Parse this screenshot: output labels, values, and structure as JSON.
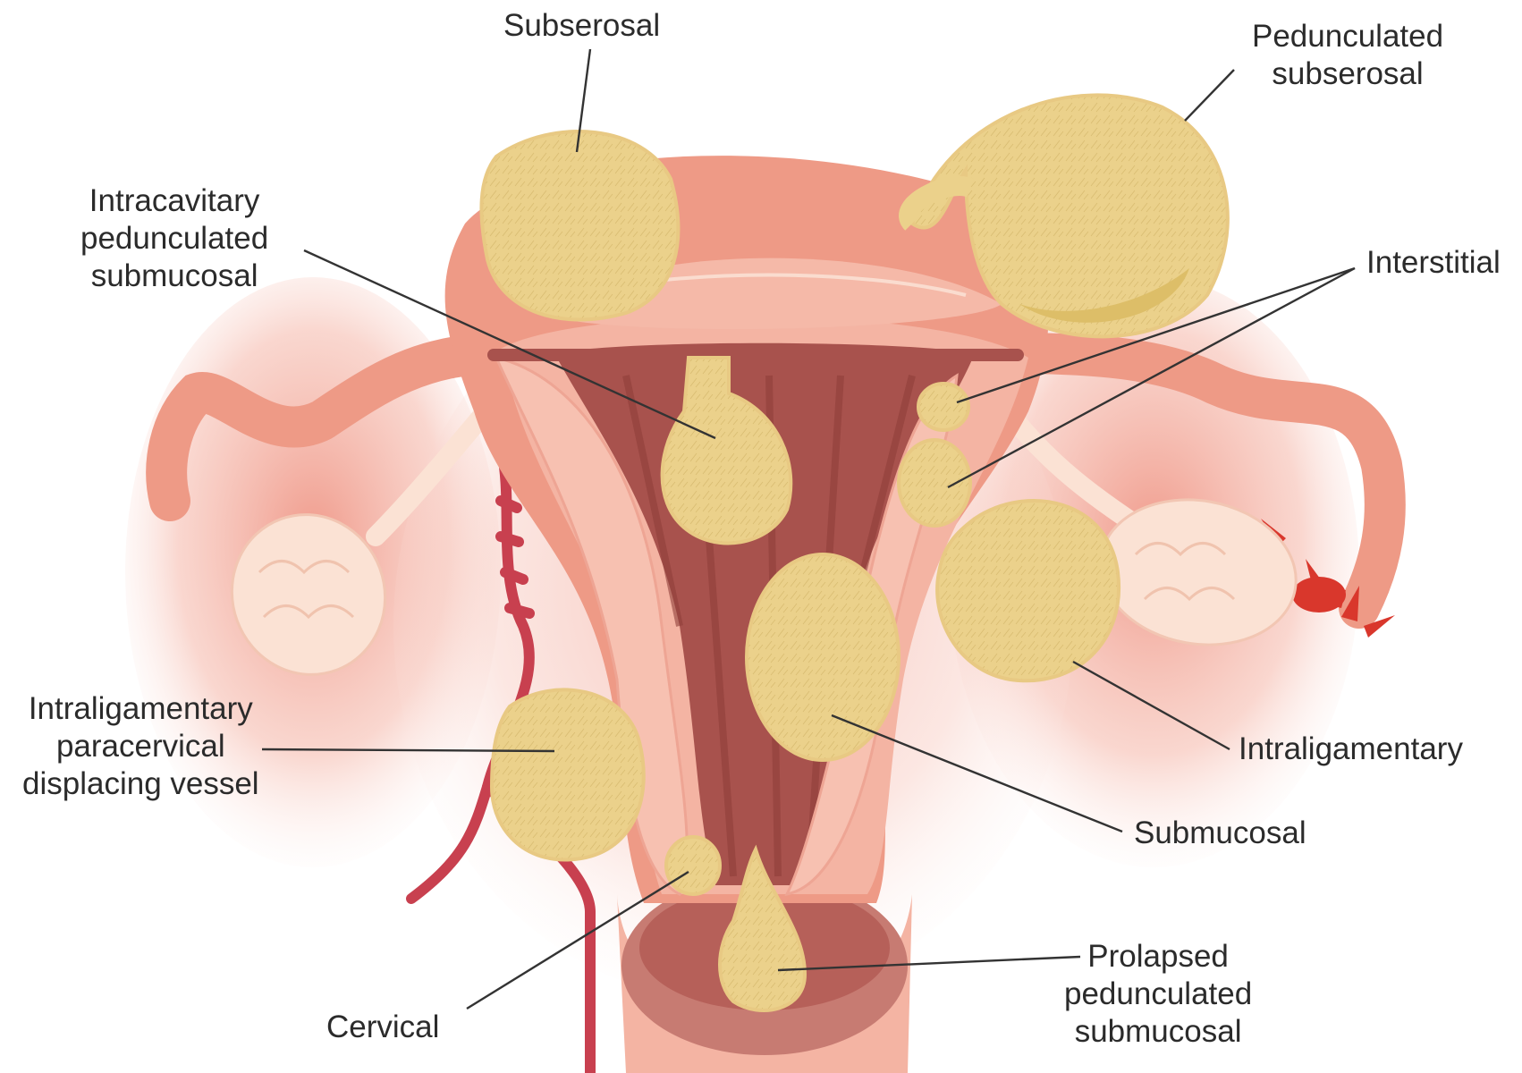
{
  "labels": {
    "subserosal": "Subserosal",
    "pedunculated_subserosal": [
      "Pedunculated",
      "subserosal"
    ],
    "intracavitary": [
      "Intracavitary",
      "pedunculated",
      "submucosal"
    ],
    "interstitial": "Interstitial",
    "intraligamentary_paracervical": [
      "Intraligamentary",
      "paracervical",
      "displacing vessel"
    ],
    "intraligamentary": "Intraligamentary",
    "submucosal": "Submucosal",
    "cervical": "Cervical",
    "prolapsed": [
      "Prolapsed",
      "pedunculated",
      "submucosal"
    ]
  },
  "colors": {
    "uterus_outer": "#ee9a86",
    "uterus_muscle": "#f4b4a3",
    "cavity": "#a8524d",
    "fibroid": "#ebd18b",
    "fibroid_shade": "#ddbe68",
    "ovary": "#fbe2d4",
    "vessel": "#c8404f",
    "leader": "#333333"
  }
}
